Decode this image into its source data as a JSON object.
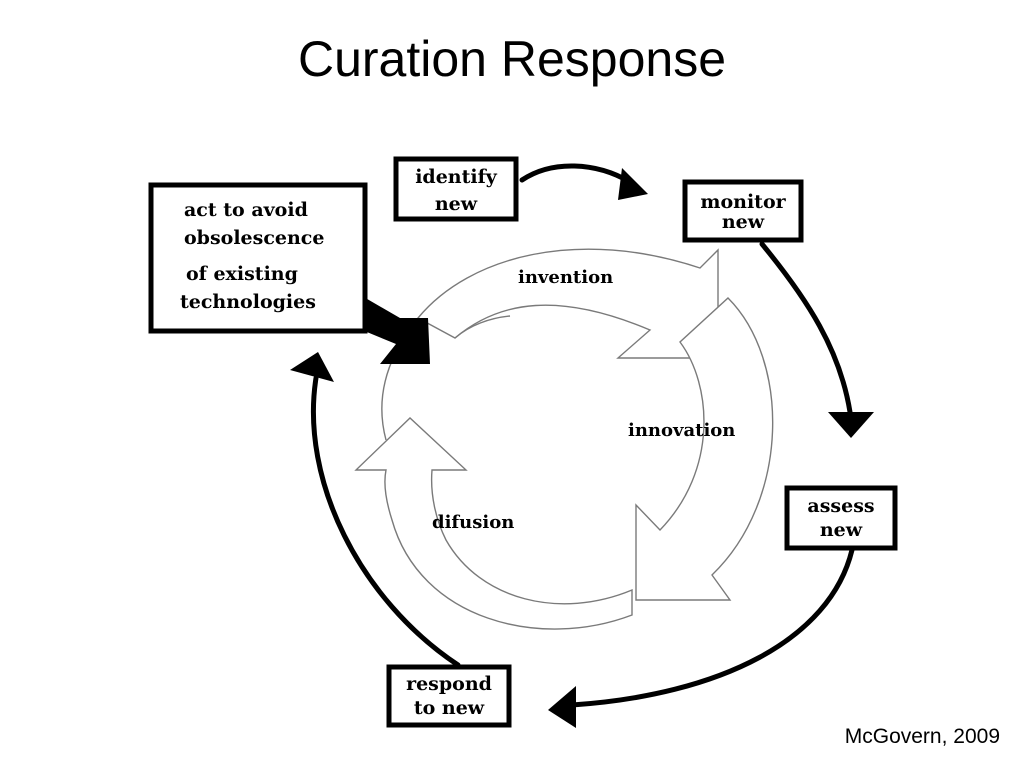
{
  "slide": {
    "title": "Curation Response",
    "citation": "McGovern, 2009"
  },
  "outer_cycle": {
    "steps": [
      {
        "line1": "identify",
        "line2": "new"
      },
      {
        "line1": "monitor",
        "line2": "new"
      },
      {
        "line1": "assess",
        "line2": "new"
      },
      {
        "line1": "respond",
        "line2": "to new"
      }
    ],
    "act_box": {
      "line1": "act to avoid",
      "line2": "obsolescence",
      "line3": "of  existing",
      "line4": "technologies"
    }
  },
  "inner_cycle": {
    "stages": [
      "invention",
      "innovation",
      "difusion"
    ]
  },
  "colors": {
    "ink": "#000000",
    "background": "#ffffff",
    "cycle_line": "#7a7a7a"
  }
}
